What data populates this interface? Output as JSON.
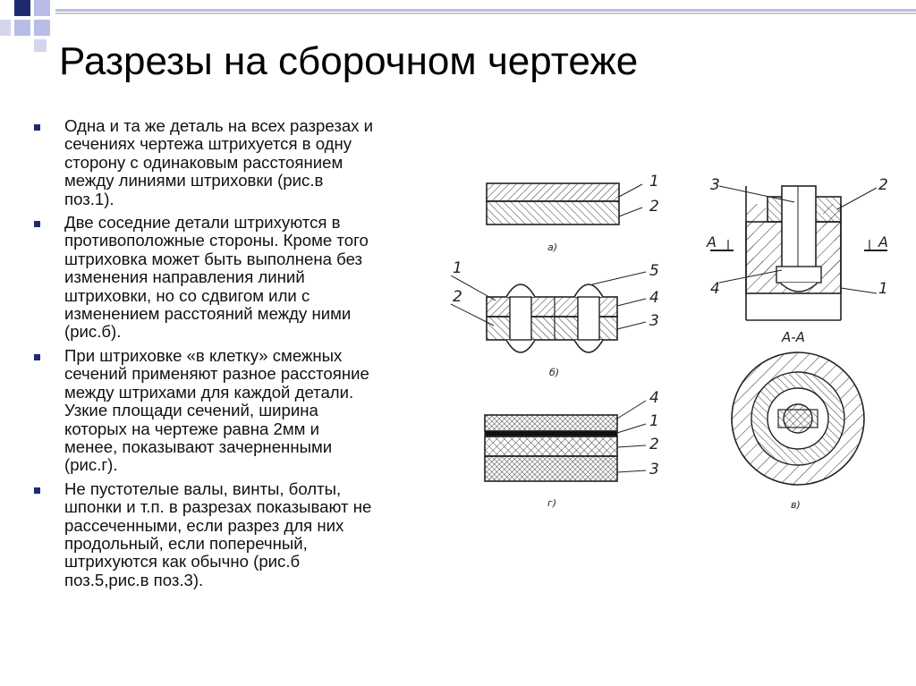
{
  "slide": {
    "title": "Разрезы на сборочном чертеже",
    "bullets": [
      "Одна и та же деталь на всех разрезах и\nсечениях чертежа штрихуется в одну\nсторону с одинаковым расстоянием\nмежду линиями штриховки (рис.в\nпоз.1).",
      "Две соседние детали штрихуются в\nпротивоположные стороны. Кроме того\nштриховка может быть выполнена без\nизменения направления линий\nштриховки, но со сдвигом или с\nизменением расстояний между ними\n(рис.б).",
      "При штриховке «в клетку» смежных\nсечений применяют разное расстояние\nмежду штрихами для каждой детали.\nУзкие площади сечений, ширина\nкоторых  на чертеже равна 2мм и\nменее, показывают зачерненными\n(рис.г).",
      "Не пустотелые валы, винты, болты,\nшпонки и т.п. в разрезах показывают не\nрассеченными, если разрез для них\nпродольный, если поперечный,\nштрихуются как обычно (рис.б\nпоз.5,рис.в поз.3)."
    ]
  },
  "figure": {
    "panel_a": {
      "caption": "а)",
      "callouts": [
        "1",
        "2"
      ]
    },
    "panel_b": {
      "caption": "б)",
      "callouts": [
        "1",
        "2",
        "5",
        "4",
        "3"
      ]
    },
    "panel_g": {
      "caption": "г)",
      "callouts": [
        "4",
        "1",
        "2",
        "3"
      ]
    },
    "panel_v": {
      "caption": "в)",
      "callouts": [
        "3",
        "2",
        "4",
        "1"
      ],
      "section_mark": "А",
      "section_label": "А-А"
    }
  },
  "colors": {
    "bullet": "#1f2a6e",
    "deco_navy": "#1f2a6e",
    "deco_lavender": "#b8bce6",
    "deco_gray": "#c9c9c9"
  }
}
